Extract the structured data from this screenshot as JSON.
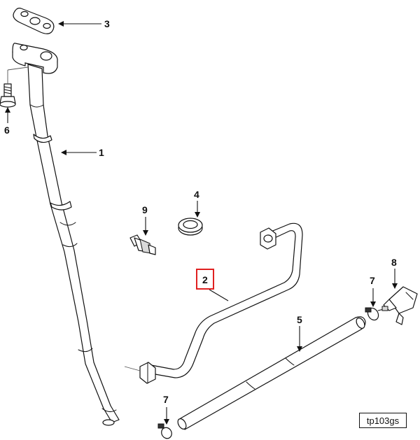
{
  "callouts": {
    "c1": "1",
    "c2": "2",
    "c3": "3",
    "c4": "4",
    "c5": "5",
    "c6": "6",
    "c7a": "7",
    "c7b": "7",
    "c8": "8",
    "c9": "9"
  },
  "reference_code": "tp103gs",
  "colors": {
    "highlight": "#e02020",
    "ink": "#111111",
    "fill": "#ffffff"
  }
}
